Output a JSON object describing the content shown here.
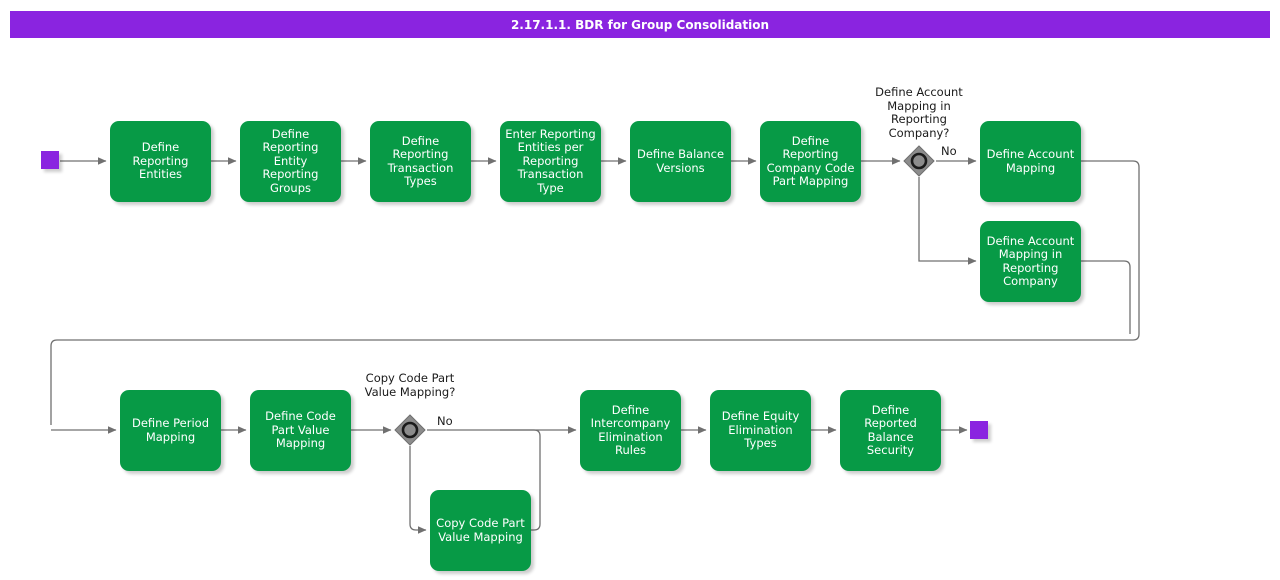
{
  "diagram": {
    "title": "2.17.1.1. BDR for Group Consolidation",
    "type": "flowchart",
    "colors": {
      "title_bar": "#8A24E0",
      "node_fill": "#079A46",
      "node_text": "#FFFFFF",
      "marker": "#8A24E0",
      "gateway_fill": "#808080",
      "connector": "#707070"
    },
    "start_marker": {
      "name": "start-event"
    },
    "end_marker": {
      "name": "end-event"
    },
    "nodes": [
      {
        "id": "define-reporting-entities",
        "label": "Define Reporting Entities"
      },
      {
        "id": "define-reporting-entity-reporting-groups",
        "label": "Define Reporting Entity Reporting Groups"
      },
      {
        "id": "define-reporting-transaction-types",
        "label": "Define Reporting Transaction Types"
      },
      {
        "id": "enter-reporting-entities-per-reporting-transaction-type",
        "label": "Enter Reporting Entities per Reporting Transaction Type"
      },
      {
        "id": "define-balance-versions",
        "label": "Define Balance Versions"
      },
      {
        "id": "define-reporting-company-code-part-mapping",
        "label": "Define Reporting Company Code Part Mapping"
      },
      {
        "id": "define-account-mapping",
        "label": "Define Account Mapping"
      },
      {
        "id": "define-account-mapping-in-reporting-company",
        "label": "Define Account Mapping in Reporting Company"
      },
      {
        "id": "define-period-mapping",
        "label": "Define Period Mapping"
      },
      {
        "id": "define-code-part-value-mapping",
        "label": "Define Code Part Value Mapping"
      },
      {
        "id": "copy-code-part-value-mapping",
        "label": "Copy Code Part Value Mapping"
      },
      {
        "id": "define-intercompany-elimination-rules",
        "label": "Define Intercompany Elimination Rules"
      },
      {
        "id": "define-equity-elimination-types",
        "label": "Define Equity Elimination Types"
      },
      {
        "id": "define-reported-balance-security",
        "label": "Define Reported Balance Security"
      }
    ],
    "gateways": [
      {
        "id": "gateway-define-account-mapping-in-reporting-company",
        "question": "Define Account Mapping in Reporting Company?",
        "branch_label": "No"
      },
      {
        "id": "gateway-copy-code-part-value-mapping",
        "question": "Copy Code Part Value Mapping?",
        "branch_label": "No"
      }
    ]
  }
}
